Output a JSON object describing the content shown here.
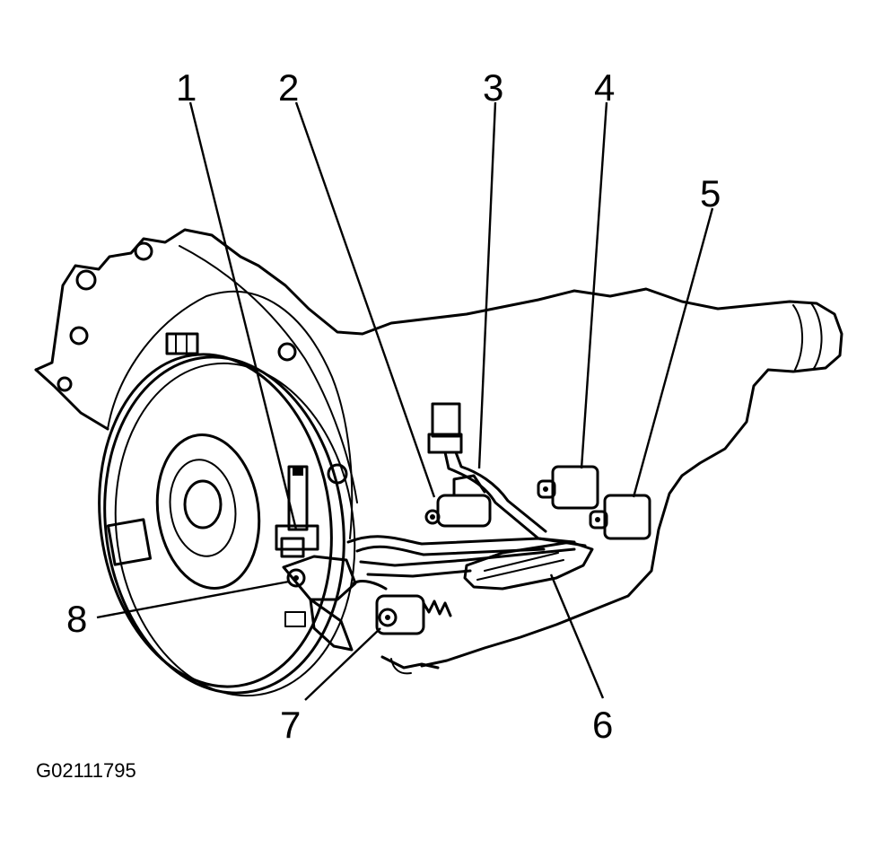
{
  "diagram": {
    "callouts": [
      "1",
      "2",
      "3",
      "4",
      "5",
      "6",
      "7",
      "8"
    ],
    "figure_id": "G02111795"
  }
}
